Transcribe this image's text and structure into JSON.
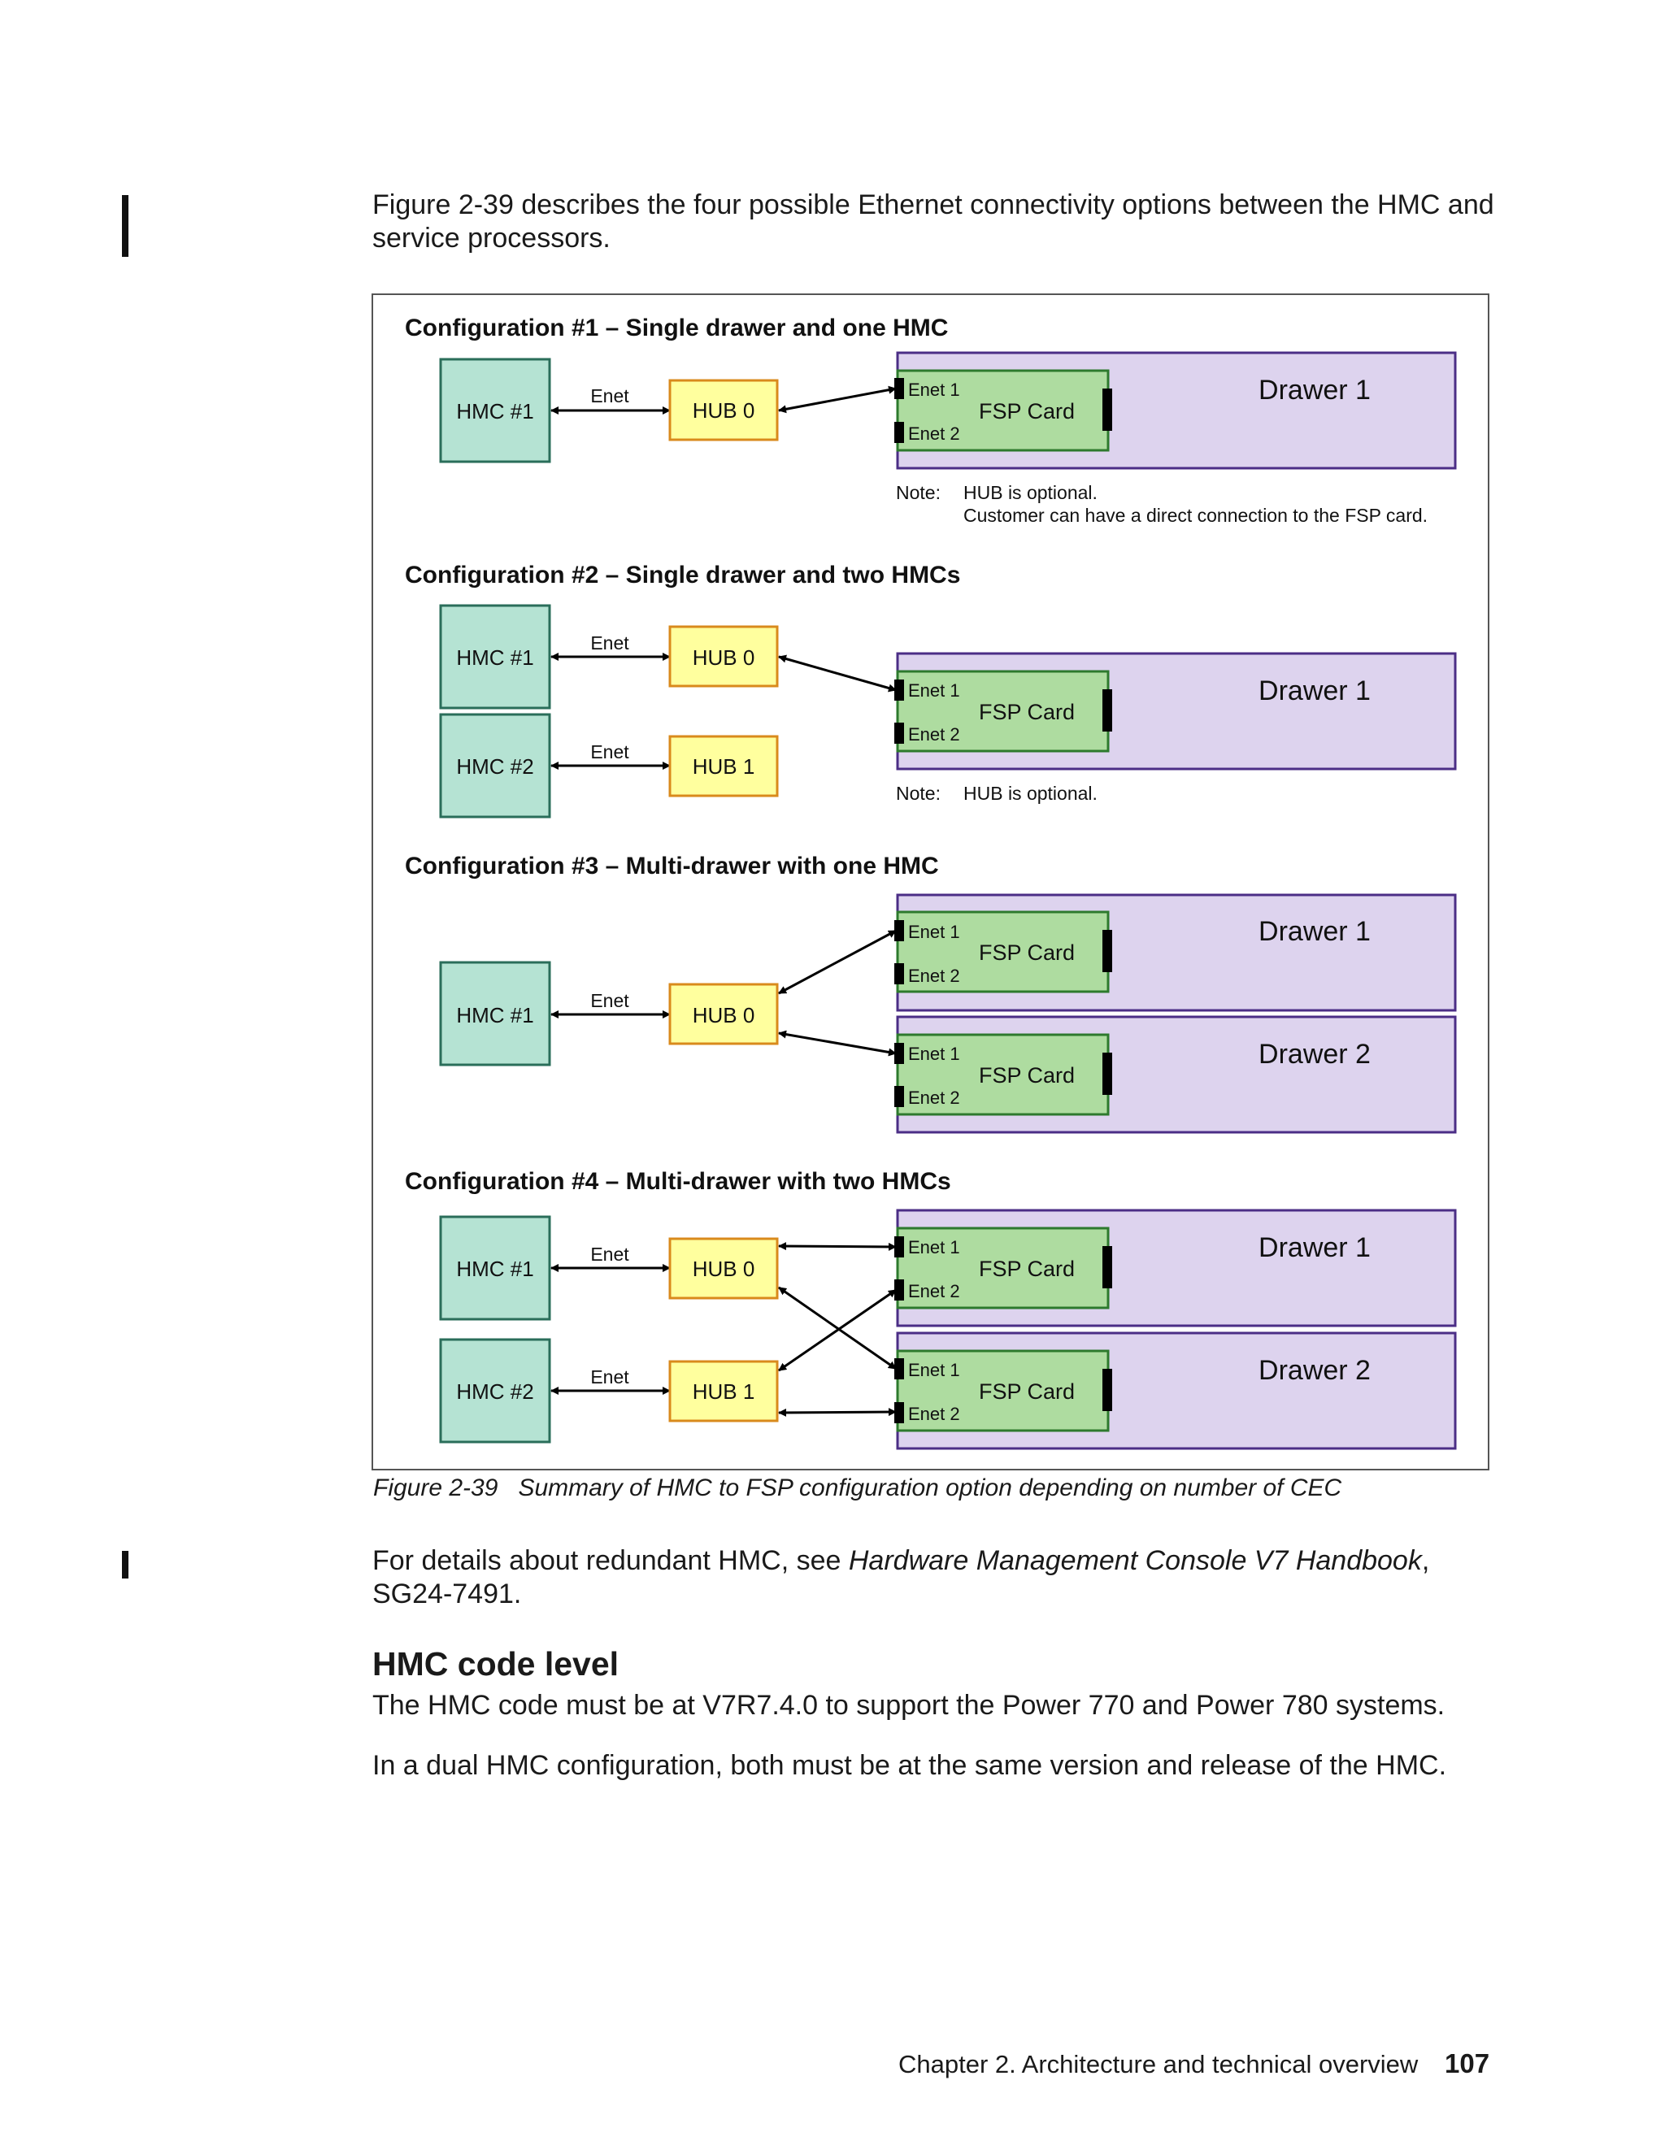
{
  "intro": {
    "line1": "Figure 2-39 describes the four possible Ethernet connectivity options between the HMC and",
    "line2": "service processors."
  },
  "figure": {
    "configs": [
      {
        "title": "Configuration #1 – Single drawer and one HMC"
      },
      {
        "title": "Configuration #2 – Single drawer and two HMCs"
      },
      {
        "title": "Configuration #3 – Multi-drawer with one HMC"
      },
      {
        "title": "Configuration #4 – Multi-drawer with two HMCs"
      }
    ],
    "labels": {
      "hmc1": "HMC #1",
      "hmc2": "HMC #2",
      "hub0": "HUB 0",
      "hub1": "HUB 1",
      "enet": "Enet",
      "enet1": "Enet 1",
      "enet2": "Enet 2",
      "fsp_card": "FSP Card",
      "drawer1": "Drawer 1",
      "drawer2": "Drawer 2"
    },
    "notes": {
      "note_label": "Note:",
      "config1_line1": "HUB is optional.",
      "config1_line2": "Customer can have a direct connection to the FSP card.",
      "config2_line1": "HUB is optional."
    },
    "colors": {
      "hmc_fill": "#b5e3d3",
      "hmc_stroke": "#2a6e5a",
      "hub_fill": "#ffff9e",
      "hub_stroke": "#d98a1c",
      "drawer_fill": "#ddd3ee",
      "drawer_stroke": "#4b2e86",
      "fsp_fill": "#aedca0",
      "fsp_stroke": "#2d7a2d"
    }
  },
  "caption": {
    "label": "Figure 2-39",
    "text": "Summary of HMC to FSP configuration option depending on number of CEC"
  },
  "details": {
    "prefix": "For details about redundant HMC, see ",
    "book": "Hardware Management Console V7 Handbook",
    "suffix": ",",
    "line2": "SG24-7491."
  },
  "section": {
    "heading": "HMC code level",
    "para1": "The HMC code must be at V7R7.4.0 to support the Power 770 and Power 780 systems.",
    "para2": "In a dual HMC configuration, both must be at the same version and release of the HMC."
  },
  "footer": {
    "chapter": "Chapter 2. Architecture and technical overview",
    "page": "107"
  }
}
